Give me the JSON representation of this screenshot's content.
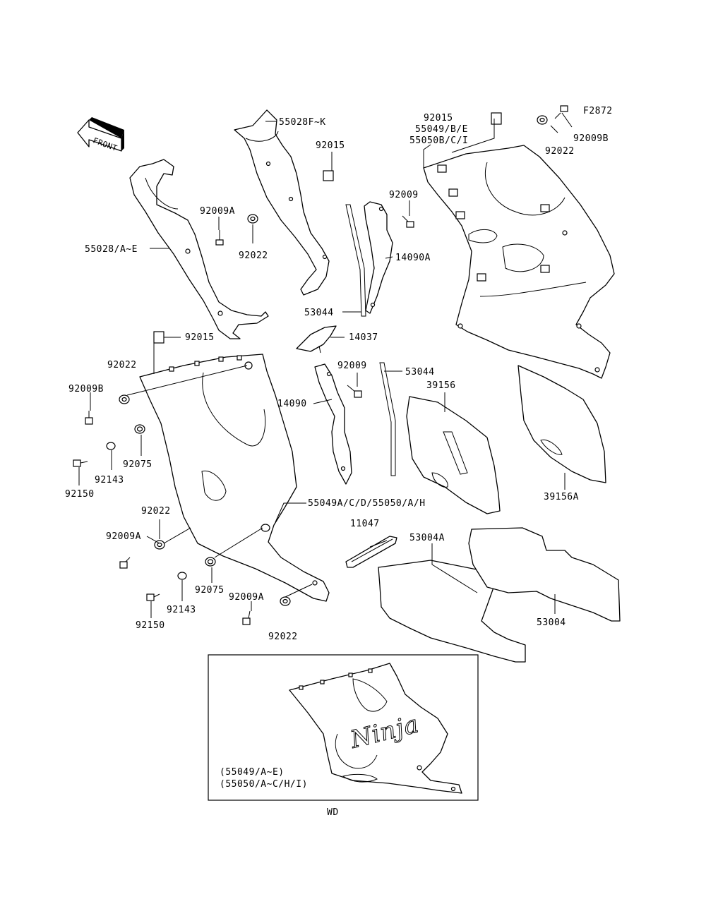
{
  "figure_code": "F2872",
  "front_arrow_label": "FRONT",
  "labels": {
    "p55028FK": "55028F~K",
    "p92015_a": "92015",
    "p92015_b": "92015",
    "p55049BE": "55049/B/E",
    "p55050BCI": "55050B/C/I",
    "p92009B_a": "92009B",
    "p92022_a": "92022",
    "p92009_a": "92009",
    "p92009A_a": "92009A",
    "p92022_b": "92022",
    "p55028AE": "55028/A~E",
    "p14090A": "14090A",
    "p53044_a": "53044",
    "p14037": "14037",
    "p92015_c": "92015",
    "p92022_c": "92022",
    "p92009_b": "92009",
    "p53044_b": "53044",
    "p39156": "39156",
    "p92009B_b": "92009B",
    "p14090": "14090",
    "p92075_a": "92075",
    "p92143_a": "92143",
    "p92150_a": "92150",
    "p39156A": "39156A",
    "p55049ACD": "55049A/C/D/55050/A/H",
    "p92022_d": "92022",
    "p11047": "11047",
    "p53004A": "53004A",
    "p92009A_b": "92009A",
    "p92075_b": "92075",
    "p92143_b": "92143",
    "p92009A_c": "92009A",
    "p53004": "53004",
    "p92150_b": "92150",
    "p92022_e": "92022"
  },
  "inset": {
    "logo_text": "Ninja",
    "caption_line1": "(55049/A~E)",
    "caption_line2": "(55050/A~C/H/I)",
    "label": "WD"
  }
}
